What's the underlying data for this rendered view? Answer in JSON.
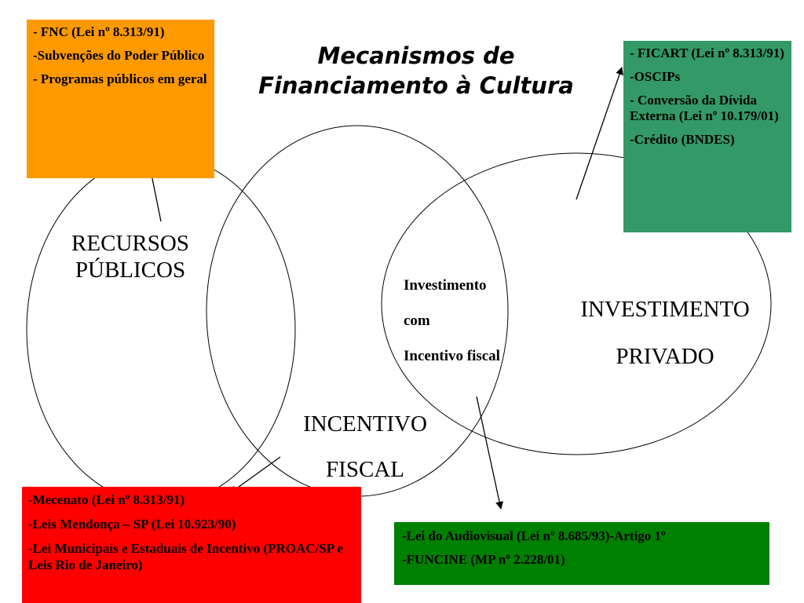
{
  "title": {
    "line1": "Mecanismos de",
    "line2": "Financiamento à Cultura"
  },
  "circles": {
    "public": {
      "line1": "RECURSOS",
      "line2": "PÚBLICOS"
    },
    "fiscal": {
      "line1": "INCENTIVO",
      "line2": "FISCAL"
    },
    "private": {
      "line1": "INVESTIMENTO",
      "line2": "PRIVADO"
    },
    "overlap": {
      "line1": "Investimento",
      "line2": "com",
      "line3": "Incentivo fiscal"
    }
  },
  "boxes": {
    "public": {
      "color": "#ff9900",
      "items": [
        "- FNC (Lei nº 8.313/91)",
        "-Subvenções do Poder Público",
        "- Programas públicos em geral"
      ]
    },
    "private": {
      "color": "#339966",
      "items": [
        "- FICART (Lei nº 8.313/91)",
        "-OSCIPs",
        "- Conversão da Dívida Externa (Lei nº 10.179/01)",
        "-Crédito (BNDES)"
      ]
    },
    "fiscal": {
      "color": "#ff0000",
      "items": [
        "-Mecenato (Lei nº 8.313/91)",
        "-Leis Mendonça – SP (Lei 10.923/90)",
        "-Lei Municipais e Estaduais de Incentivo (PROAC/SP e Leis Rio de Janeiro)"
      ]
    },
    "overlap": {
      "color": "#008000",
      "items": [
        "-Lei do Audiovisual (Lei nº 8.685/93)-Artigo 1º",
        "-FUNCINE (MP nº 2.228/01)"
      ]
    }
  }
}
